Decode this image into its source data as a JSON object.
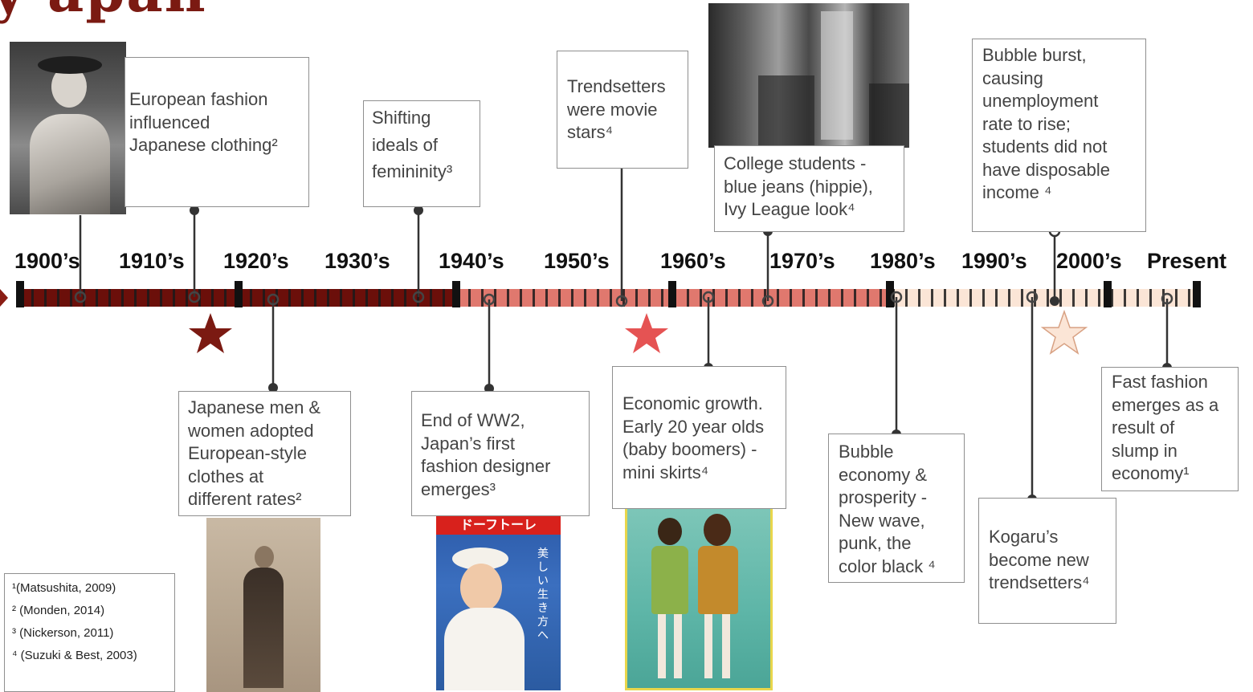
{
  "title_fragment": "y   apan",
  "timeline": {
    "decades": [
      "1900’s",
      "1910’s",
      "1920’s",
      "1930’s",
      "1940’s",
      "1950’s",
      "1960’s",
      "1970’s",
      "1980’s",
      "1990’s",
      "2000’s",
      "Present"
    ],
    "segment_colors": [
      "#6b0f0a",
      "#e0786e",
      "#fbe5d6"
    ],
    "star_colors": [
      "#7b1a12",
      "#e55353",
      "#fbe5d6"
    ]
  },
  "events": {
    "e1900": "European fashion\ninfluenced\nJapanese clothing²",
    "e1910": "Japanese men &\nwomen adopted\nEuropean-style\nclothes at\ndifferent rates²",
    "e1930": "Shifting\nideals of\nfemininity³",
    "e1940": "End of WW2,\nJapan’s first\nfashion designer\nemerges³",
    "e1950": "Trendsetters\nwere movie\nstars⁴",
    "e1960": "Economic growth.\nEarly 20 year olds\n(baby boomers) -\nmini skirts⁴",
    "e1970": "College students -\nblue jeans (hippie),\nIvy League look⁴",
    "e1980": "Bubble\neconomy &\nprosperity -\nNew wave,\npunk, the\ncolor black ⁴",
    "e1990b": "Bubble burst,\ncausing\nunemployment\nrate to rise;\nstudents did not\nhave disposable\nincome ⁴",
    "e1990": "Kogaru’s\nbecome new\ntrendsetters⁴",
    "e2000": "Fast fashion\nemerges as a\nresult of\nslump in\neconomy¹"
  },
  "citations": [
    "¹(Matsushita, 2009)",
    "² (Monden, 2014)",
    "³ (Nickerson, 2011)",
    "⁴ (Suzuki & Best, 2003)"
  ],
  "poster_text": {
    "magazine_banner": "ドーフトーレ",
    "magazine_side": "美しい生き方へ"
  },
  "icons": [
    "star-icon",
    "timeline-marker-dot",
    "arrow-left-icon"
  ]
}
